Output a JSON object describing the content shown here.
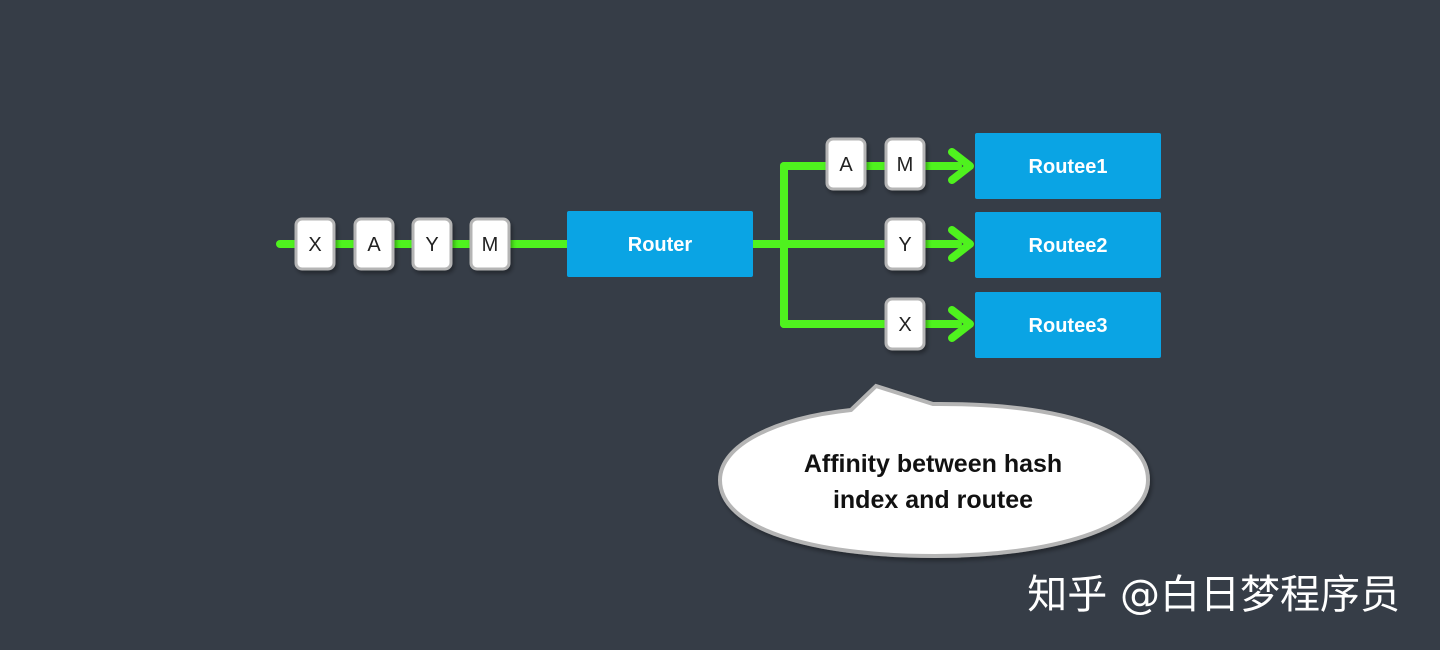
{
  "colors": {
    "background": "#363d47",
    "flow_line": "#4ff21e",
    "box_fill": "#0aa4e4",
    "token_fill": "#ffffff",
    "token_border": "#b5b5b5"
  },
  "input_tokens": [
    "X",
    "A",
    "Y",
    "M"
  ],
  "router": {
    "label": "Router"
  },
  "routees": [
    {
      "label": "Routee1",
      "tokens": [
        "A",
        "M"
      ]
    },
    {
      "label": "Routee2",
      "tokens": [
        "Y"
      ]
    },
    {
      "label": "Routee3",
      "tokens": [
        "X"
      ]
    }
  ],
  "callout": {
    "line1": "Affinity between hash",
    "line2": "index and routee"
  },
  "watermark": "知乎 @白日梦程序员"
}
